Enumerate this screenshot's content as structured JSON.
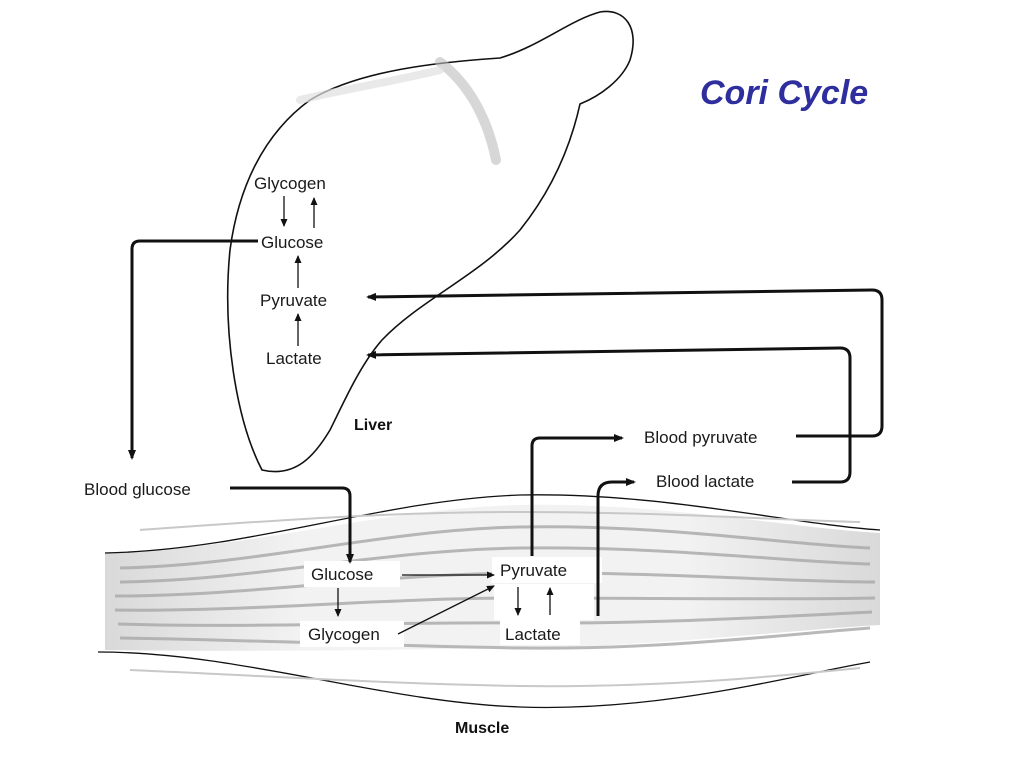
{
  "title": "Cori Cycle",
  "liver": {
    "label": "Liver",
    "glycogen": "Glycogen",
    "glucose": "Glucose",
    "pyruvate": "Pyruvate",
    "lactate": "Lactate"
  },
  "blood": {
    "glucose": "Blood glucose",
    "pyruvate": "Blood pyruvate",
    "lactate": "Blood lactate"
  },
  "muscle": {
    "label": "Muscle",
    "glucose": "Glucose",
    "glycogen": "Glycogen",
    "pyruvate": "Pyruvate",
    "lactate": "Lactate"
  },
  "colors": {
    "title": "#2e2e9e",
    "ink": "#111111"
  }
}
